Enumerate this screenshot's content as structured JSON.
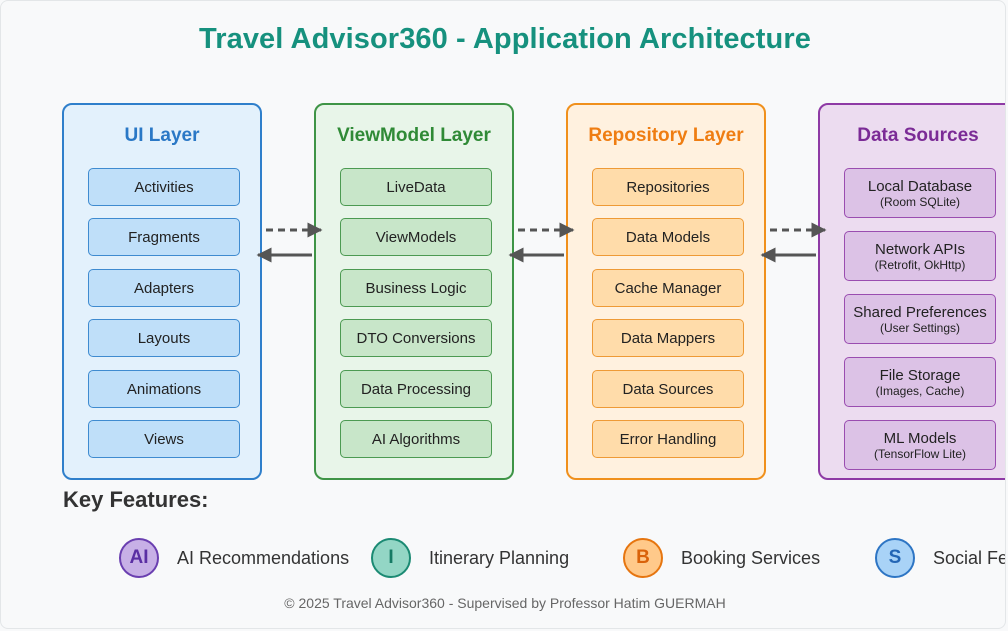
{
  "title": "Travel Advisor360 - Application Architecture",
  "layers": [
    {
      "title": "UI Layer",
      "items": [
        {
          "label": "Activities"
        },
        {
          "label": "Fragments"
        },
        {
          "label": "Adapters"
        },
        {
          "label": "Layouts"
        },
        {
          "label": "Animations"
        },
        {
          "label": "Views"
        }
      ]
    },
    {
      "title": "ViewModel Layer",
      "items": [
        {
          "label": "LiveData"
        },
        {
          "label": "ViewModels"
        },
        {
          "label": "Business Logic"
        },
        {
          "label": "DTO Conversions"
        },
        {
          "label": "Data Processing"
        },
        {
          "label": "AI Algorithms"
        }
      ]
    },
    {
      "title": "Repository Layer",
      "items": [
        {
          "label": "Repositories"
        },
        {
          "label": "Data Models"
        },
        {
          "label": "Cache Manager"
        },
        {
          "label": "Data Mappers"
        },
        {
          "label": "Data Sources"
        },
        {
          "label": "Error Handling"
        }
      ]
    },
    {
      "title": "Data Sources",
      "items": [
        {
          "label": "Local Database",
          "sub": "(Room SQLite)"
        },
        {
          "label": "Network APIs",
          "sub": "(Retrofit, OkHttp)"
        },
        {
          "label": "Shared Preferences",
          "sub": "(User Settings)"
        },
        {
          "label": "File Storage",
          "sub": "(Images, Cache)"
        },
        {
          "label": "ML Models",
          "sub": "(TensorFlow Lite)"
        }
      ]
    }
  ],
  "key_features": {
    "title": "Key Features:",
    "items": [
      {
        "badge": "AI",
        "label": "AI Recommendations"
      },
      {
        "badge": "I",
        "label": "Itinerary Planning"
      },
      {
        "badge": "B",
        "label": "Booking Services"
      },
      {
        "badge": "S",
        "label": "Social Features"
      }
    ]
  },
  "footer": "© 2025 Travel Advisor360 - Supervised by Professor Hatim GUERMAH",
  "colors": {
    "title": "#16917e",
    "ui_layer": "#2f7fcb",
    "viewmodel_layer": "#3e9446",
    "repository_layer": "#f0901c",
    "data_sources": "#8e3aa5",
    "arrow": "#555555"
  }
}
